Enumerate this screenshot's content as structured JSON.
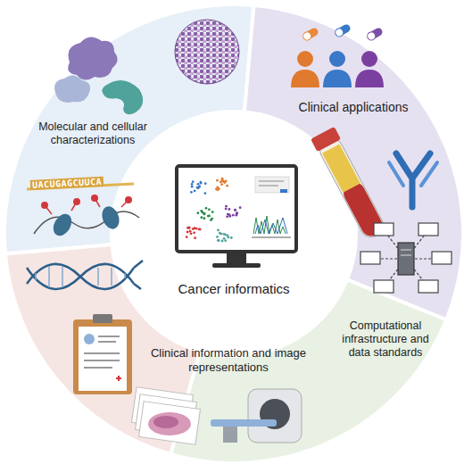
{
  "diagram": {
    "nodes": [
      {
        "text": [
          "Molecular and cellular characterizations"
        ]
      },
      {
        "text": [
          "Clinical applications"
        ]
      },
      {
        "text": [
          "Cancer informatics"
        ]
      },
      {
        "text": [
          "Clinical information and image representations"
        ]
      },
      {
        "text": [
          "Computational infrastructure and data standards"
        ]
      }
    ],
    "edges": [],
    "labels": [
      "UACUGAGCUUCA"
    ]
  }
}
